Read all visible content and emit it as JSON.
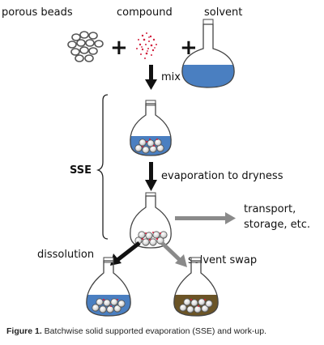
{
  "labels": {
    "porous_beads": "porous beads",
    "compound": "compound",
    "solvent": "solvent",
    "plus_1": "+",
    "plus_2": "+",
    "mix": "mix",
    "sse": "SSE",
    "evaporation": "evaporation to dryness",
    "transport_line1": "transport,",
    "transport_line2": "storage, etc.",
    "dissolution": "dissolution",
    "solvent_swap": "solvent swap"
  },
  "caption": {
    "figure_label": "Figure 1.",
    "text": " Batchwise solid supported evaporation (SSE) and work-up."
  },
  "colors": {
    "solvent_blue": "#4a7fc1",
    "swap_solvent": "#6b5426",
    "compound_red": "#d21f3c",
    "black_arrow": "#111111",
    "grey_arrow": "#8a8a8a"
  }
}
